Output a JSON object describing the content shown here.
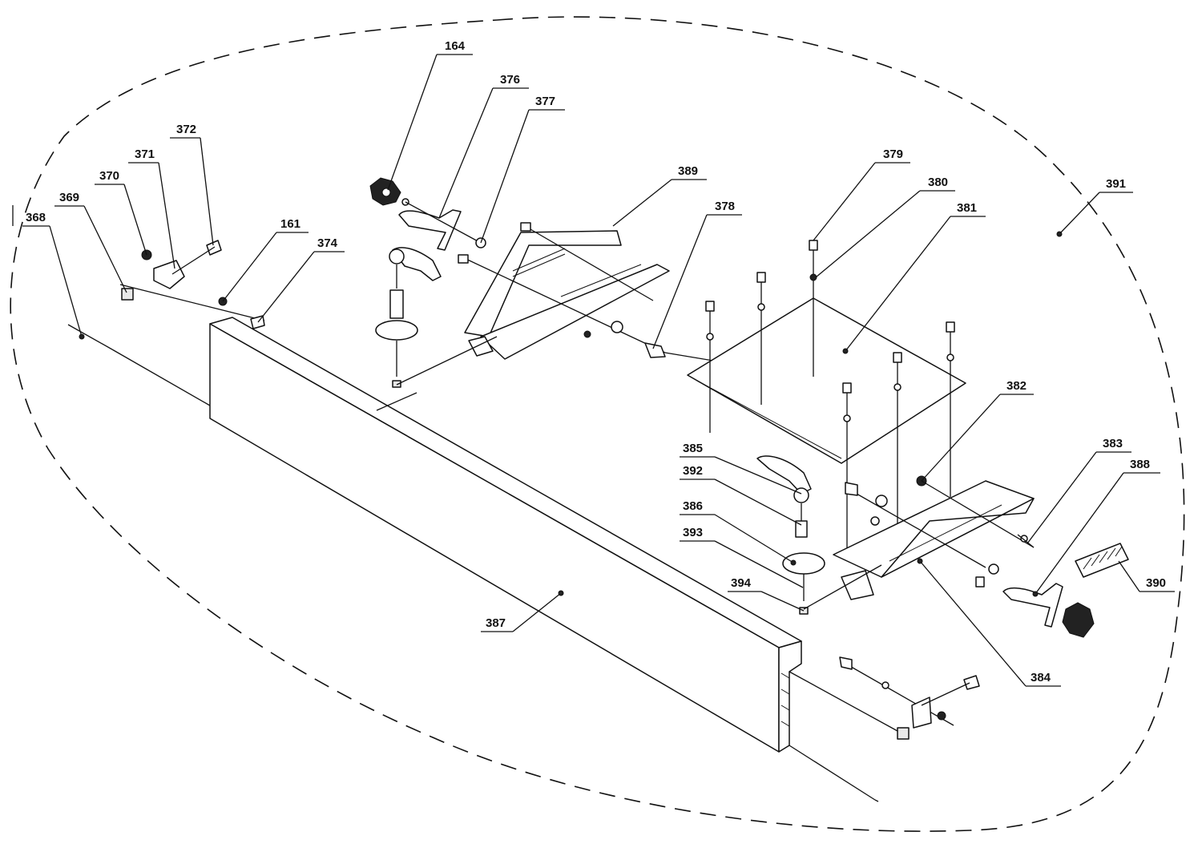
{
  "diagram": {
    "callouts": [
      {
        "id": "c-164",
        "label": "164"
      },
      {
        "id": "c-376",
        "label": "376"
      },
      {
        "id": "c-377",
        "label": "377"
      },
      {
        "id": "c-372",
        "label": "372"
      },
      {
        "id": "c-371",
        "label": "371"
      },
      {
        "id": "c-370",
        "label": "370"
      },
      {
        "id": "c-369",
        "label": "369"
      },
      {
        "id": "c-368",
        "label": "368"
      },
      {
        "id": "c-161",
        "label": "161"
      },
      {
        "id": "c-374",
        "label": "374"
      },
      {
        "id": "c-389",
        "label": "389"
      },
      {
        "id": "c-378",
        "label": "378"
      },
      {
        "id": "c-379",
        "label": "379"
      },
      {
        "id": "c-380",
        "label": "380"
      },
      {
        "id": "c-381",
        "label": "381"
      },
      {
        "id": "c-391",
        "label": "391"
      },
      {
        "id": "c-382",
        "label": "382"
      },
      {
        "id": "c-383",
        "label": "383"
      },
      {
        "id": "c-388",
        "label": "388"
      },
      {
        "id": "c-385",
        "label": "385"
      },
      {
        "id": "c-392",
        "label": "392"
      },
      {
        "id": "c-386",
        "label": "386"
      },
      {
        "id": "c-393",
        "label": "393"
      },
      {
        "id": "c-394",
        "label": "394"
      },
      {
        "id": "c-390",
        "label": "390"
      },
      {
        "id": "c-384",
        "label": "384"
      },
      {
        "id": "c-387",
        "label": "387"
      }
    ]
  }
}
